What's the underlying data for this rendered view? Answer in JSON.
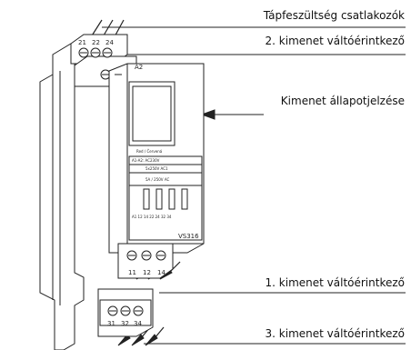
{
  "labels": {
    "supply_terminals": "Tápfeszültség csatlakozók",
    "output2_contact": "2. kimenet váltóérintkező",
    "output_status_indicator": "Kimenet állapotjelzése",
    "output1_contact": "1. kimenet váltóérintkező",
    "output3_contact": "3. kimenet váltóérintkező"
  },
  "device": {
    "top_terminal_numbers": [
      "21",
      "22",
      "24"
    ],
    "a2_label": "A2",
    "led_caption": "Red / Červená",
    "spec_line1": "A1-A2: AC230V",
    "spec_line2": "5x250V AC1",
    "spec_line3": "5A / 250V AC",
    "terminal_strip": "A1 12 14 22 24 32 34",
    "model": "VS316",
    "bottom_terminals_1": [
      "11",
      "12",
      "14"
    ],
    "bottom_terminals_3": [
      "31",
      "32",
      "34"
    ]
  },
  "colors": {
    "line": "#222222",
    "housing": "#ffffff"
  }
}
